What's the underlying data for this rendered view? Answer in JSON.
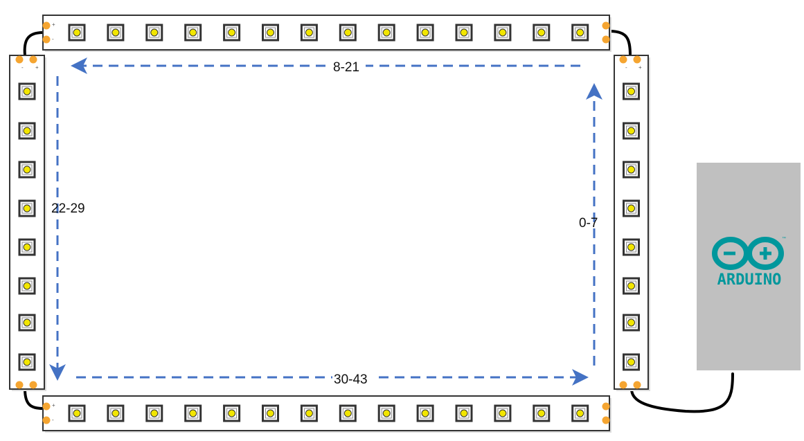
{
  "colors": {
    "strip_border": "#333333",
    "led_center": "#f2e600",
    "pad": "#f5a531",
    "arrow": "#4472c4",
    "wire": "#000000",
    "board": "#c0c0c0",
    "logo": "#00979c"
  },
  "strips": {
    "top": {
      "led_count": 14
    },
    "bottom": {
      "led_count": 14
    },
    "left": {
      "led_count": 8
    },
    "right": {
      "led_count": 8
    }
  },
  "segments": [
    {
      "label": "0-7",
      "direction": "up"
    },
    {
      "label": "8-21",
      "direction": "left"
    },
    {
      "label": "22-29",
      "direction": "down"
    },
    {
      "label": "30-43",
      "direction": "right"
    }
  ],
  "pad_marks": {
    "plus": "+",
    "minus": "-"
  },
  "arduino": {
    "logo_text": "ARDUINO",
    "trademark": "™"
  }
}
